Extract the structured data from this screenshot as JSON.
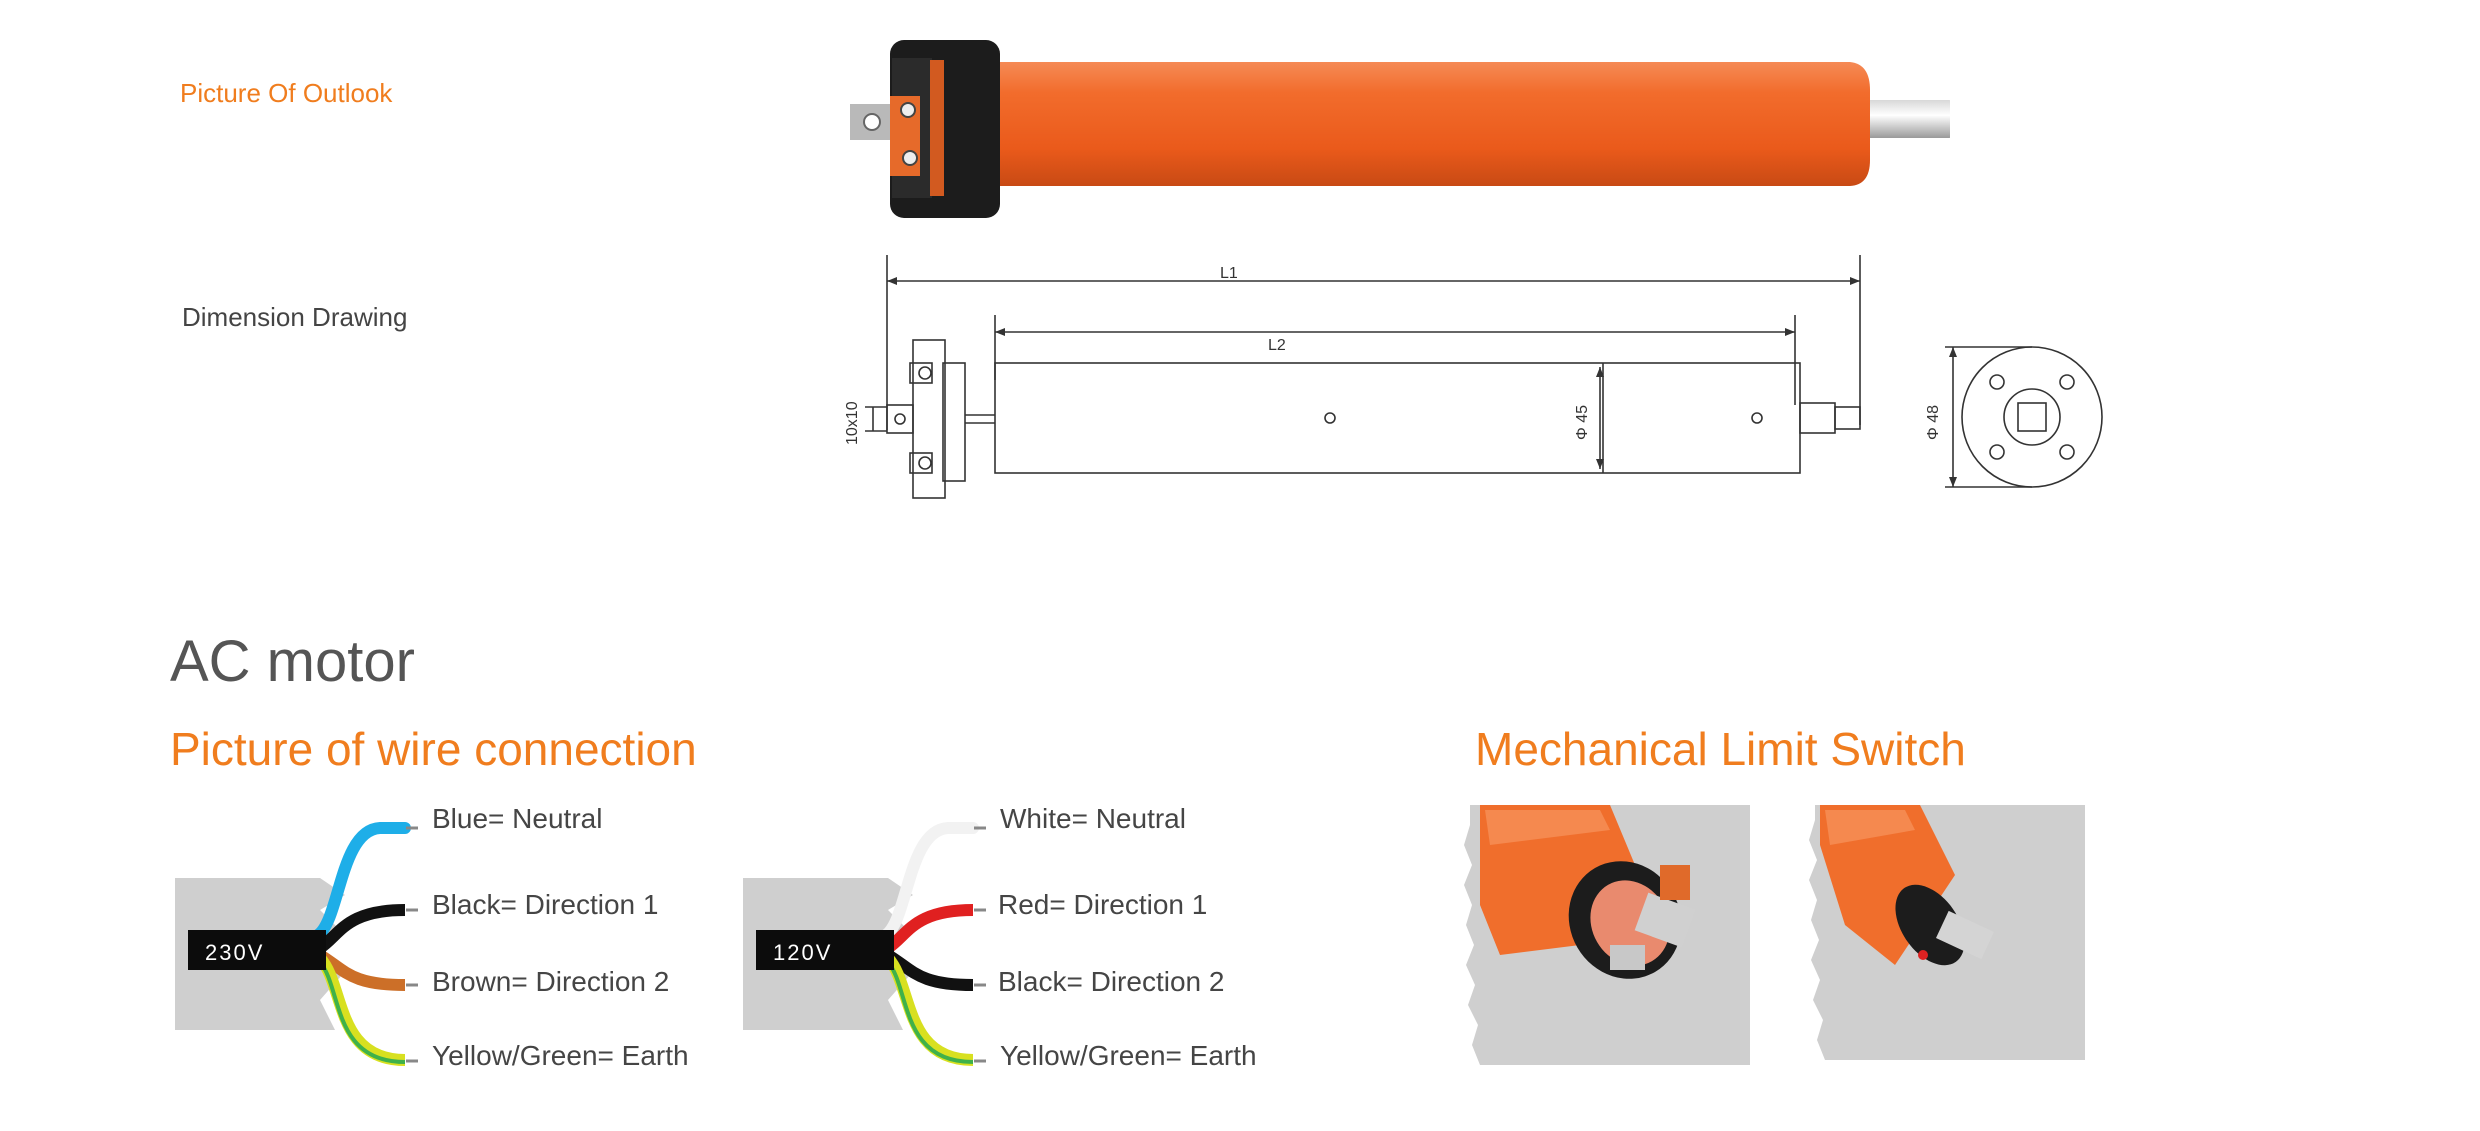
{
  "sections": {
    "outlook_label": "Picture Of Outlook",
    "dimension_label": "Dimension Drawing"
  },
  "dimension_drawing": {
    "l1": "L1",
    "l2": "L2",
    "square": "10x10",
    "dia45": "Φ 45",
    "dia48": "Φ 48"
  },
  "ac_motor": {
    "title": "AC motor",
    "wire_title": "Picture of wire connection",
    "limit_title": "Mechanical Limit Switch"
  },
  "wiring": [
    {
      "voltage": "230V",
      "wires": [
        {
          "label": "Blue= Neutral",
          "color": "#1eaee8"
        },
        {
          "label": "Black= Direction 1",
          "color": "#111111"
        },
        {
          "label": "Brown= Direction 2",
          "color": "#cc6f28"
        },
        {
          "label": "Yellow/Green= Earth",
          "color": "#d8e020"
        }
      ]
    },
    {
      "voltage": "120V",
      "wires": [
        {
          "label": "White= Neutral",
          "color": "#f2f2f2"
        },
        {
          "label": "Red= Direction 1",
          "color": "#e02020"
        },
        {
          "label": "Black= Direction 2",
          "color": "#111111"
        },
        {
          "label": "Yellow/Green= Earth",
          "color": "#d8e020"
        }
      ]
    }
  ],
  "colors": {
    "accent": "#f07d1e",
    "motor_tube": "#f0672a"
  }
}
